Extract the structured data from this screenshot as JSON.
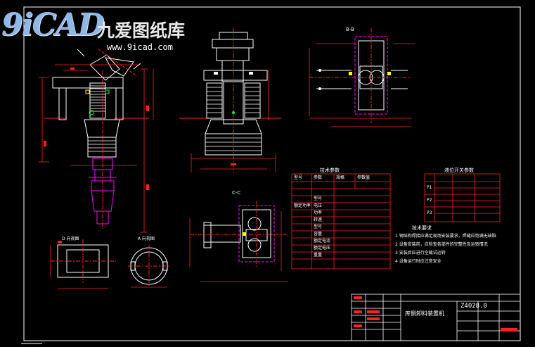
{
  "logo": {
    "mark": "9iCAD",
    "title": "九爱图纸库",
    "url": "www.9icad.com"
  },
  "section_labels": {
    "bb": "B-B",
    "cc": "C-C",
    "detail_a": "D 向视图",
    "detail_b": "A 向视图"
  },
  "params_table": {
    "title": "技术参数",
    "header": [
      "型号",
      "参数",
      "规格",
      "参数值"
    ],
    "rows": [
      [
        "额定功率",
        "",
        "",
        ""
      ],
      [
        "",
        "型号",
        "",
        ""
      ],
      [
        "",
        "电压",
        "",
        ""
      ],
      [
        "",
        "功率",
        "",
        ""
      ],
      [
        "",
        "转速",
        "",
        ""
      ],
      [
        "",
        "型号",
        "",
        ""
      ],
      [
        "",
        "容量",
        "",
        ""
      ],
      [
        "",
        "额定电流",
        "",
        ""
      ],
      [
        "",
        "额定电压",
        "",
        ""
      ],
      [
        "",
        "重量",
        "",
        ""
      ]
    ],
    "footer": [
      "",
      "",
      "",
      ""
    ]
  },
  "small_table": {
    "title": "液位开关参数",
    "rows": [
      [
        "P1",
        "",
        ""
      ],
      [
        "P2",
        "",
        ""
      ],
      [
        "P3",
        "",
        ""
      ]
    ]
  },
  "notes": {
    "title": "技术要求",
    "items": [
      "1 钢结构焊接应满足现场安装要求，焊缝应饱满无缺陷",
      "2 设备安装前，应检查各部件的完整性及运转情况",
      "3 安装后应进行空载试运转",
      "4 设备运行时应注意安全"
    ]
  },
  "title_block": {
    "drawing_no": "Z4028.0",
    "name": "库侧卸料装置机"
  },
  "colors": {
    "background": "#000000",
    "outline": "#ffffff",
    "red": "#ff2020",
    "magenta": "#ff00ff",
    "yellow": "#ffff00",
    "green": "#00ff00",
    "cyan": "#00ffff"
  }
}
